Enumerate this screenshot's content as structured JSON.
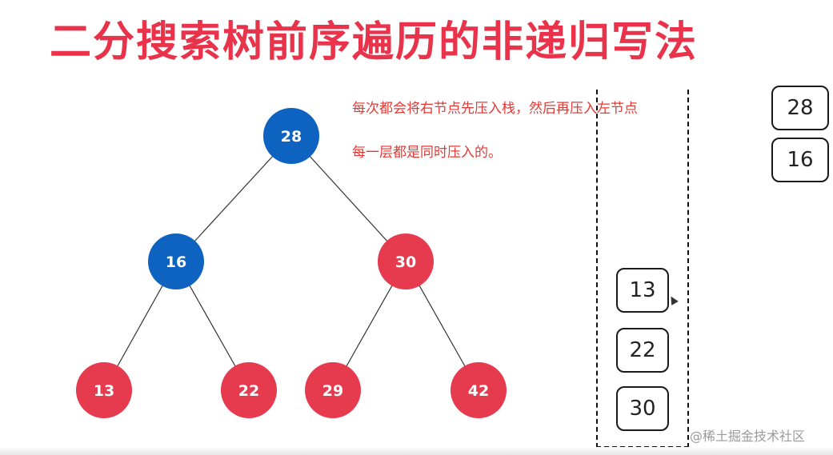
{
  "title": "二分搜索树前序遍历的非递归写法",
  "notes": {
    "line1": "每次都会将右节点先压入栈，然后再压入左节点",
    "line2": "每一层都是同时压入的。"
  },
  "colors": {
    "visited": "#0d63bf",
    "unvisited": "#e63a4f",
    "title": "#e8334a",
    "note": "#e53935"
  },
  "tree": {
    "root": {
      "label": "28",
      "state": "visited"
    },
    "n16": {
      "label": "16",
      "state": "visited"
    },
    "n30": {
      "label": "30",
      "state": "unvisited"
    },
    "n13": {
      "label": "13",
      "state": "unvisited"
    },
    "n22": {
      "label": "22",
      "state": "unvisited"
    },
    "n29": {
      "label": "29",
      "state": "unvisited"
    },
    "n42": {
      "label": "42",
      "state": "unvisited"
    }
  },
  "stack": {
    "items": [
      "13",
      "22",
      "30"
    ]
  },
  "popped": {
    "items": [
      "28",
      "16"
    ]
  },
  "watermark": "@稀土掘金技术社区"
}
